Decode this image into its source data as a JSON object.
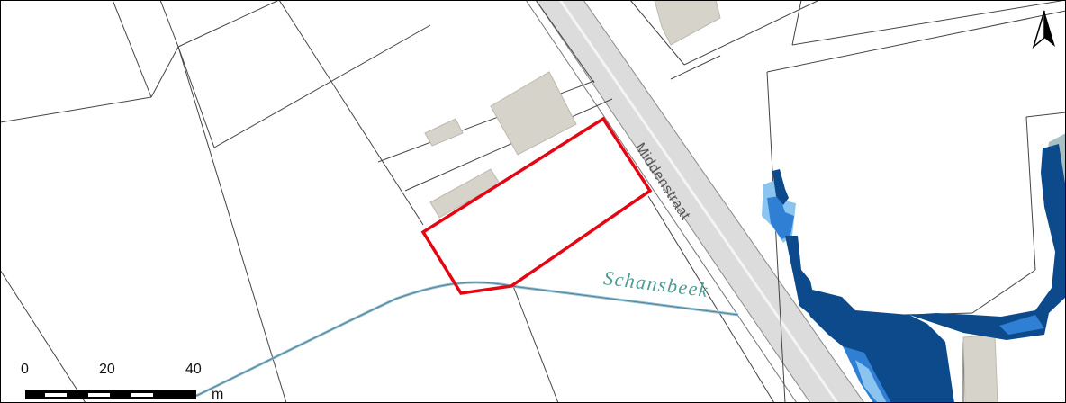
{
  "map": {
    "street_name": "Middenstraat",
    "watercourse_name": "Schansbeek",
    "north_arrow": "north-arrow-icon",
    "scale_bar": {
      "ticks": [
        "0",
        "20",
        "40"
      ],
      "unit": "m"
    },
    "colors": {
      "parcel_line": "#555555",
      "building": "#d6d3cb",
      "road": "#dcdcdc",
      "highlight_outline": "#e30613",
      "watercourse": "#8fc0d8",
      "flood_dark": "#0d4a8c",
      "flood_mid": "#2f7fd4",
      "flood_light": "#8cc4f0",
      "flood_grey": "#a8c0c4",
      "label_water": "#4f9b95"
    }
  }
}
